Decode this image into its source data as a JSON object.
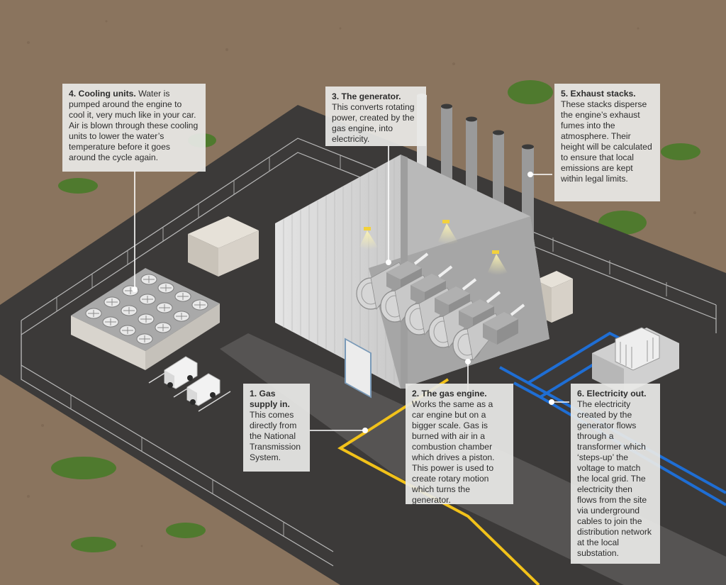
{
  "callouts": {
    "cooling": {
      "title": "4. Cooling units.",
      "body": "Water is pumped around the engine to cool it, very much like in your car. Air is blown through these cooling units to lower the water’s temperature before it goes around the cycle again."
    },
    "generator": {
      "title": "3. The generator.",
      "body": "This converts rotating power, created by the gas engine, into electricity."
    },
    "exhaust": {
      "title": "5. Exhaust stacks.",
      "body": "These stacks disperse the engine’s exhaust fumes into the atmosphere. Their height will be calculated to ensure that local emissions are kept within legal limits."
    },
    "gas_supply": {
      "title": "1. Gas supply in.",
      "body": "This comes directly from the National Transmission System."
    },
    "gas_engine": {
      "title": "2. The gas engine.",
      "body": "Works the same as a car engine but on a bigger scale. Gas is burned with air in a combustion chamber which drives a piston. This power is used to create rotary motion which turns the generator."
    },
    "electricity": {
      "title": "6. Electricity out.",
      "body": "The electricity created by the generator flows through a transformer which ‘steps-up’ the voltage to match the local grid. The electricity then flows from the site via underground cables to join the distribution network at the local substation."
    }
  },
  "colors": {
    "ground": "#8a745e",
    "site": "#3c3a39",
    "gas_pipe": "#f2c21a",
    "electric_cable": "#1f6ed4",
    "callout_bg": "#e8e8e6"
  }
}
